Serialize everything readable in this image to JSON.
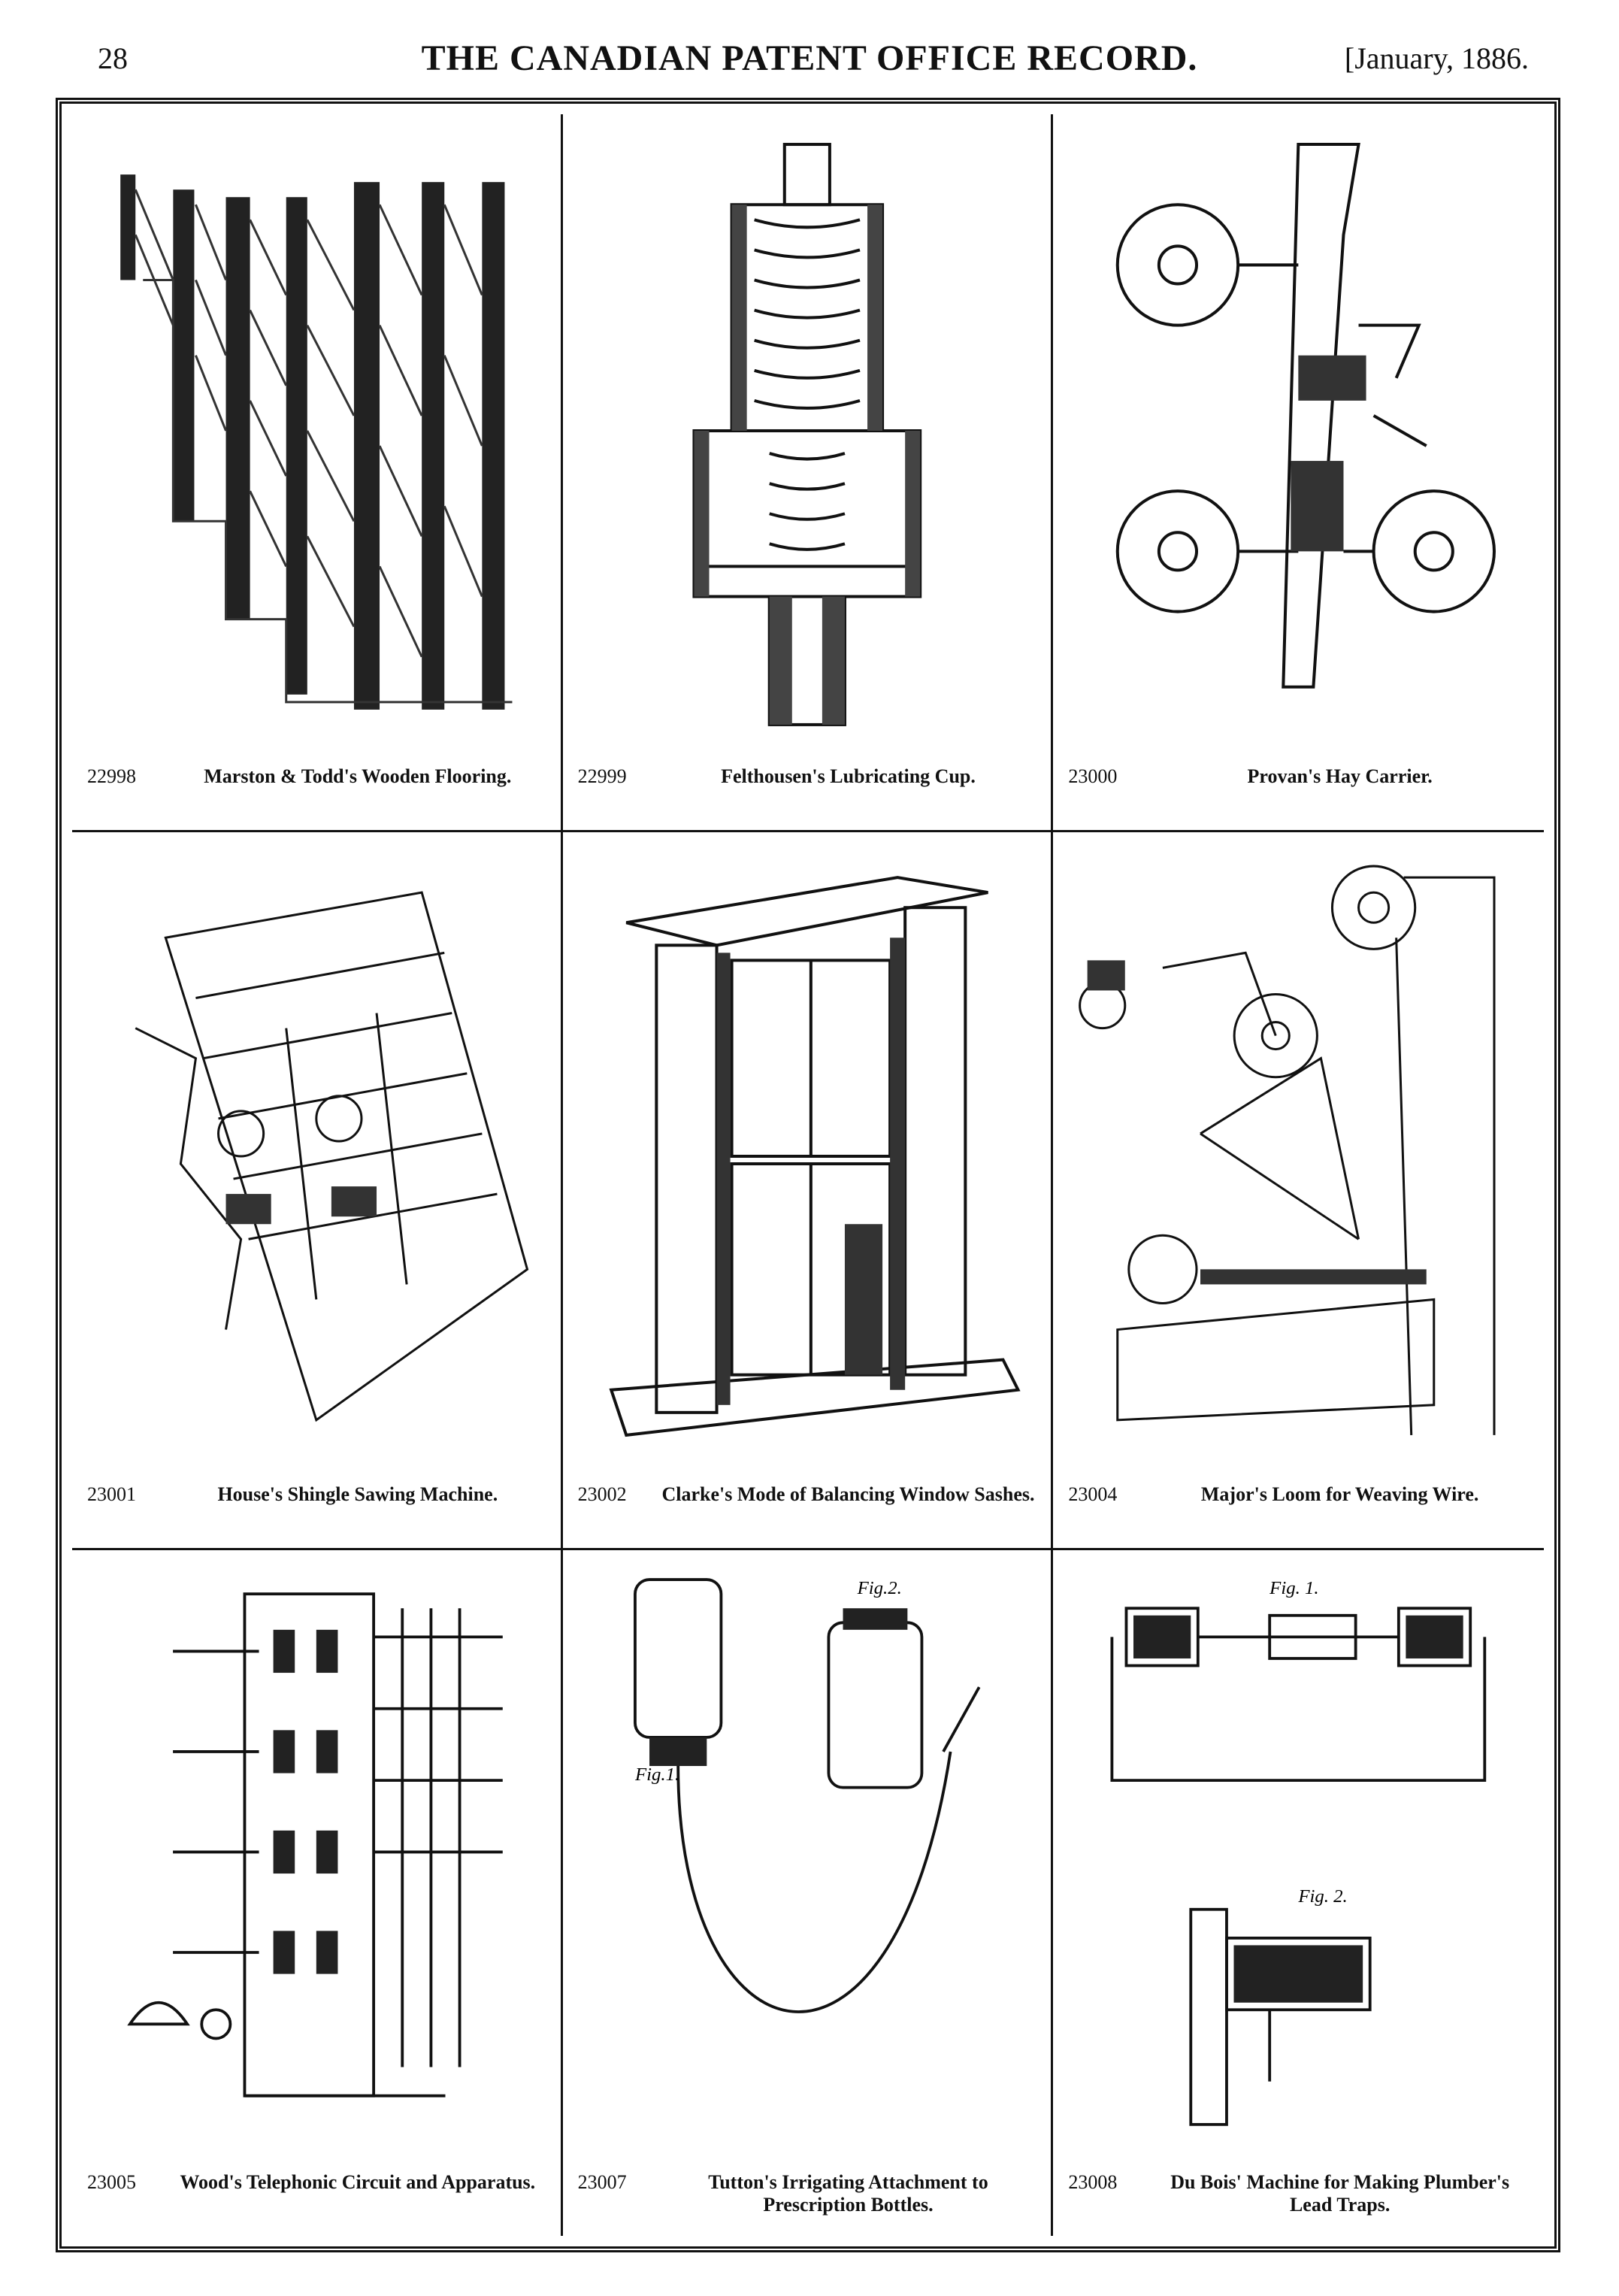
{
  "header": {
    "page_number": "28",
    "journal_title": "THE CANADIAN PATENT OFFICE RECORD.",
    "issue": "[January, 1886."
  },
  "patents": [
    {
      "number": "22998",
      "title": "Marston & Todd's Wooden Flooring."
    },
    {
      "number": "22999",
      "title": "Felthousen's Lubricating Cup."
    },
    {
      "number": "23000",
      "title": "Provan's Hay Carrier."
    },
    {
      "number": "23001",
      "title": "House's Shingle Sawing Machine."
    },
    {
      "number": "23002",
      "title": "Clarke's Mode of Balancing Window Sashes."
    },
    {
      "number": "23004",
      "title": "Major's Loom for Weaving Wire."
    },
    {
      "number": "23005",
      "title": "Wood's Telephonic Circuit and Apparatus."
    },
    {
      "number": "23007",
      "title": "Tutton's Irrigating Attachment to Prescription Bottles."
    },
    {
      "number": "23008",
      "title": "Du Bois' Machine for Making Plumber's Lead Traps."
    }
  ],
  "figure_labels": {
    "tutton_fig1": "Fig.1.",
    "tutton_fig2": "Fig.2.",
    "dubois_fig1": "Fig. 1.",
    "dubois_fig2": "Fig. 2."
  }
}
